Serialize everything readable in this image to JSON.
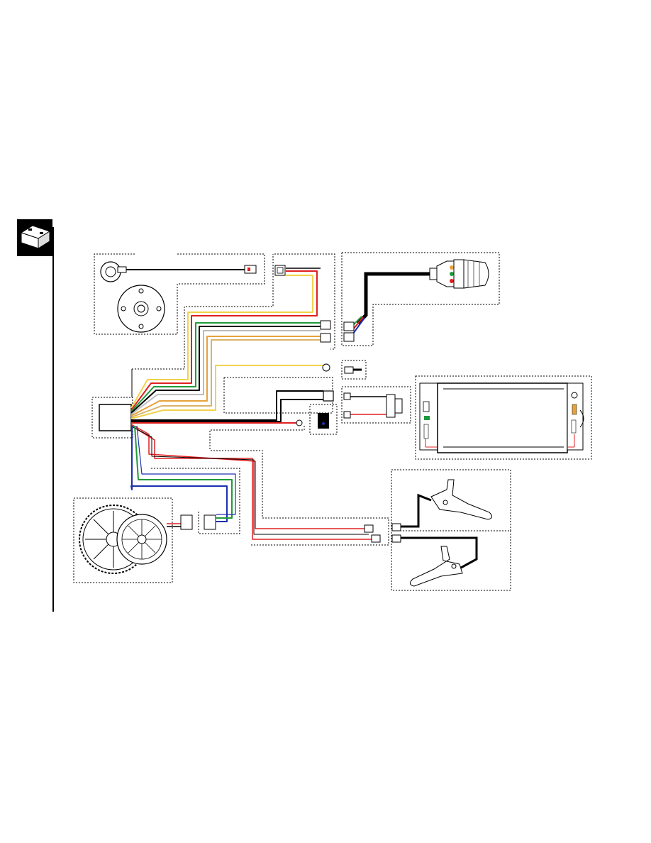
{
  "page": {
    "section_tab": {
      "icon": "battery-icon"
    }
  },
  "diagram": {
    "components": [
      {
        "id": "pas-sensor",
        "icon": "pedal-assist-sensor-icon"
      },
      {
        "id": "controller-box",
        "icon": "controller-icon"
      },
      {
        "id": "throttle",
        "icon": "twist-throttle-icon"
      },
      {
        "id": "battery-pack",
        "icon": "battery-pack-icon"
      },
      {
        "id": "hub-motor",
        "icon": "hub-motor-icon"
      },
      {
        "id": "brake-lever-right",
        "icon": "brake-lever-icon"
      },
      {
        "id": "brake-lever-left",
        "icon": "brake-lever-icon"
      },
      {
        "id": "power-switch",
        "icon": "power-switch-icon"
      },
      {
        "id": "charger-port",
        "icon": "charger-port-icon"
      }
    ],
    "wire_colors": {
      "yellow": "#f2d24b",
      "red": "#e02020",
      "green": "#1f9a3a",
      "blue": "#1c2fb0",
      "black": "#000000",
      "white": "#ffffff",
      "orange": "#e8a23a"
    }
  }
}
